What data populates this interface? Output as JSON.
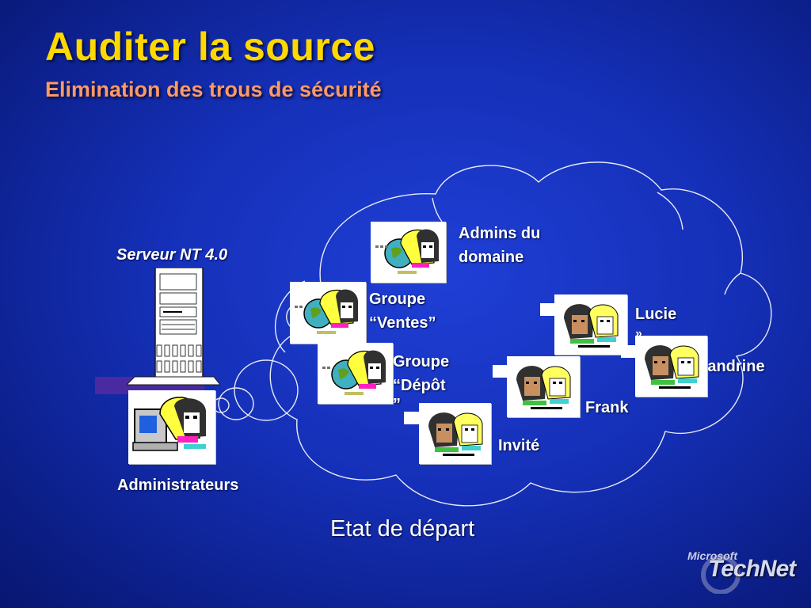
{
  "slide": {
    "title": "Auditer la source",
    "subtitle": "Elimination des trous de sécurité"
  },
  "diagram": {
    "server": {
      "label": "Serveur NT 4.0",
      "icon": "server-tower-icon"
    },
    "admins": {
      "label": "Administrateurs",
      "icon": "admin-group-icon"
    },
    "groups": [
      {
        "label_line1": "Admins du",
        "label_line2": "domaine",
        "icon": "group-globe-icon"
      },
      {
        "label_line1": "Groupe",
        "label_line2": "“Ventes”",
        "icon": "group-globe-icon"
      },
      {
        "label_line1": "Groupe",
        "label_line2": "“Dépôt",
        "label_line3": "”",
        "icon": "group-globe-icon"
      }
    ],
    "users": [
      {
        "label": "Lucie",
        "label_extra": "»",
        "icon": "user-icon"
      },
      {
        "label": "Sandrine",
        "icon": "user-icon"
      },
      {
        "label": "Frank",
        "icon": "user-icon"
      },
      {
        "label": "Invité",
        "icon": "user-icon"
      }
    ],
    "state_label": "Etat de départ"
  },
  "logo": {
    "line1": "Microsoft",
    "line2": "TechNet"
  },
  "colors": {
    "background": "#1530b8",
    "title": "#ffd800",
    "subtitle": "#ff9966",
    "text": "#ffffff"
  }
}
